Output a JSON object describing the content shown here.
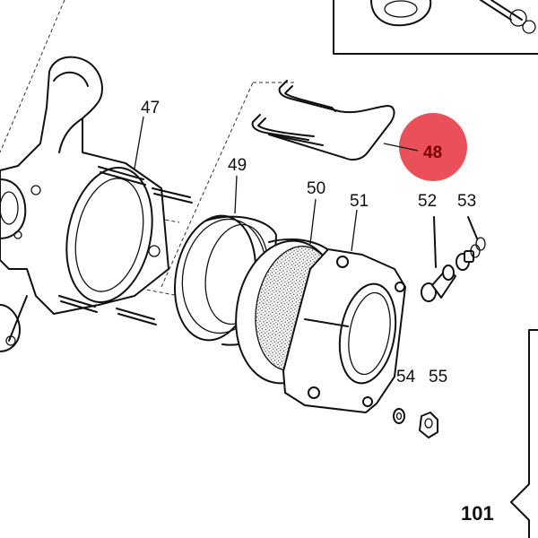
{
  "parts": {
    "p47": "47",
    "p48": "48",
    "p49": "49",
    "p50": "50",
    "p51": "51",
    "p52": "52",
    "p53": "53",
    "p54": "54",
    "p55": "55"
  },
  "page_ref": "101",
  "highlight": {
    "part": "48",
    "color": "#e8414b"
  }
}
